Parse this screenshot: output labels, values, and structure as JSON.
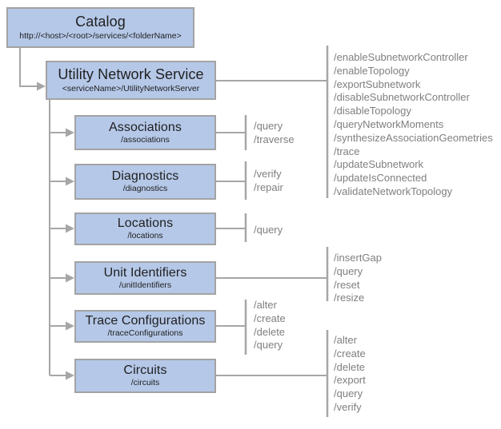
{
  "colors": {
    "box_fill": "#b5c8e8",
    "box_border": "#a3a3a3",
    "connector": "#a6a6a6",
    "ops_text": "#7f7f7f",
    "node_text": "#1f1f1f",
    "background": "#ffffff"
  },
  "nodes": {
    "catalog": {
      "title": "Catalog",
      "path": "http://<host>/<root>/services/<folderName>"
    },
    "utility_network_service": {
      "title": "Utility Network Service",
      "path": "<serviceName>/UtilityNetworkServer"
    },
    "associations": {
      "title": "Associations",
      "path": "/associations"
    },
    "diagnostics": {
      "title": "Diagnostics",
      "path": "/diagnostics"
    },
    "locations": {
      "title": "Locations",
      "path": "/locations"
    },
    "unit_identifiers": {
      "title": "Unit Identifiers",
      "path": "/unitIdentifiers"
    },
    "trace_configurations": {
      "title": "Trace Configurations",
      "path": "/traceConfigurations"
    },
    "circuits": {
      "title": "Circuits",
      "path": "/circuits"
    }
  },
  "operations": {
    "utility_network_service": [
      "/enableSubnetworkController",
      "/enableTopology",
      "/exportSubnetwork",
      "/disableSubnetworkController",
      "/disableTopology",
      "/queryNetworkMoments",
      "/synthesizeAssociationGeometries",
      "/trace",
      "/updateSubnetwork",
      "/updateIsConnected",
      "/validateNetworkTopology"
    ],
    "associations": [
      "/query",
      "/traverse"
    ],
    "diagnostics": [
      "/verify",
      "/repair"
    ],
    "locations": [
      "/query"
    ],
    "unit_identifiers": [
      "/insertGap",
      "/query",
      "/reset",
      "/resize"
    ],
    "trace_configurations": [
      "/alter",
      "/create",
      "/delete",
      "/query"
    ],
    "circuits": [
      "/alter",
      "/create",
      "/delete",
      "/export",
      "/query",
      "/verify"
    ]
  }
}
